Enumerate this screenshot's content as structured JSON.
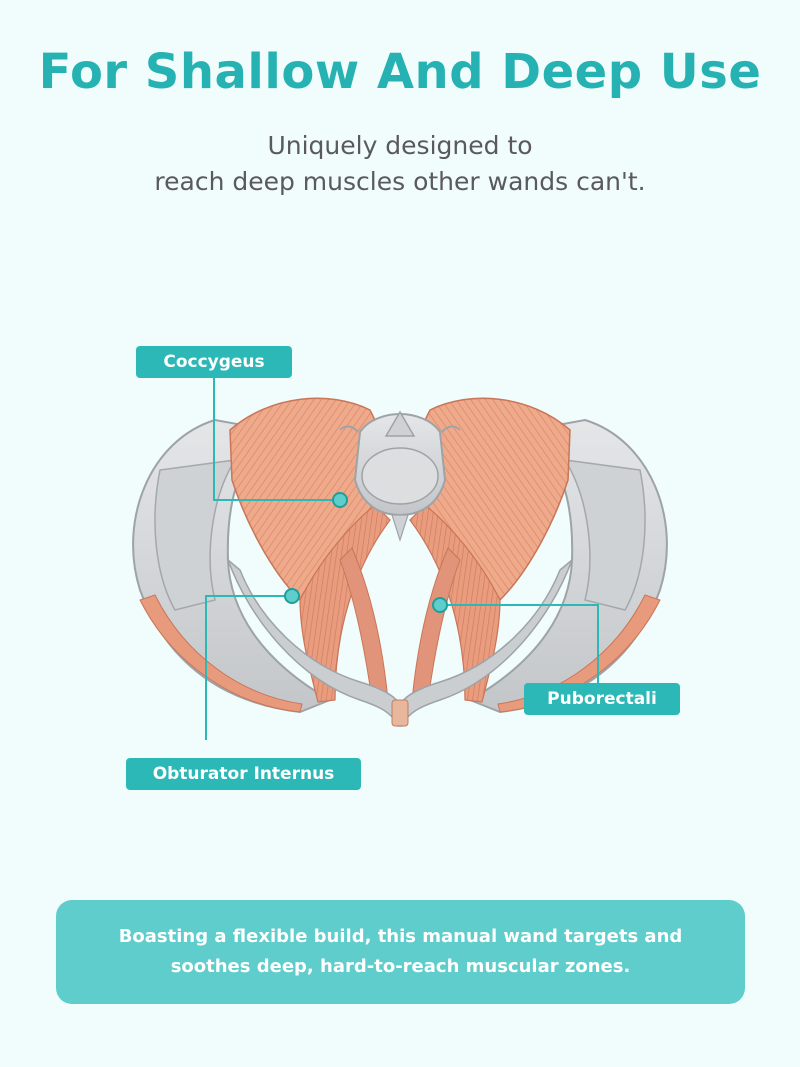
{
  "header": {
    "title": "For Shallow And Deep Use",
    "subtitle_line1": "Uniquely designed to",
    "subtitle_line2": "reach deep muscles other wands can't."
  },
  "labels": {
    "coccygeus": "Coccygeus",
    "obturator_internus": "Obturator Internus",
    "puborectali": "Puborectali"
  },
  "banner": {
    "text": "Boasting a flexible build, this manual wand targets and soothes deep, hard-to-reach muscular zones."
  },
  "colors": {
    "accent": "#26b2b2",
    "label_bg": "#2cb8b6",
    "banner_bg": "#5ecdcb",
    "background": "#f1fcfc",
    "muscle": "#e9a585",
    "bone": "#d4d6d8"
  }
}
